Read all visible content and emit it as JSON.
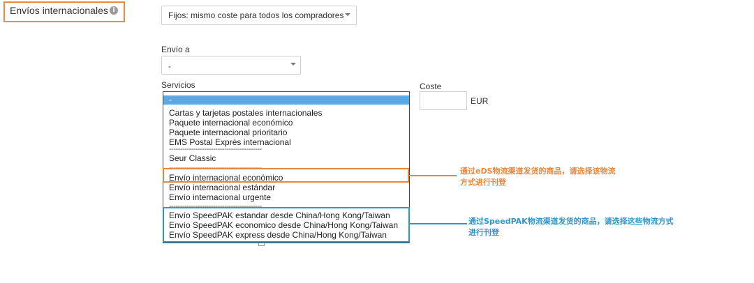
{
  "section": {
    "title": "Envíos internacionales",
    "info_icon_glyph": "i"
  },
  "shipping_type": {
    "selected": "Fijos: mismo coste para todos los compradores"
  },
  "ship_to": {
    "label": "Envío a",
    "selected": "-"
  },
  "services": {
    "label": "Servicios",
    "selected_option": "-",
    "options": [
      "Cartas y tarjetas postales internacionales",
      "Paquete internacional económico",
      "Paquete internacional prioritario",
      "EMS Postal Exprés internacional",
      "Seur Classic",
      "Envío internacional económico",
      "Envío internacional estándar",
      "Envío internacional urgente",
      "Envío SpeedPAK estandar desde China/Hong Kong/Taiwan",
      "Envío SpeedPAK economico desde China/Hong Kong/Taiwan",
      "Envío SpeedPAK express desde China/Hong Kong/Taiwan"
    ],
    "separator": "------------------------------------------"
  },
  "cost": {
    "label": "Coste",
    "value": "",
    "currency": "EUR"
  },
  "annotations": {
    "eds_line1": "通过eDS物流渠道发货的商品，请选择该物流",
    "eds_line2": "方式进行刊登",
    "speedpak_line1": "通过SpeedPAK物流渠道发货的商品，请选择这些物流方式",
    "speedpak_line2": "进行刊登"
  },
  "colors": {
    "eds_highlight": "#e8873a",
    "speedpak_highlight": "#2f96c9",
    "selected_option_bg": "#5aa9e6"
  }
}
